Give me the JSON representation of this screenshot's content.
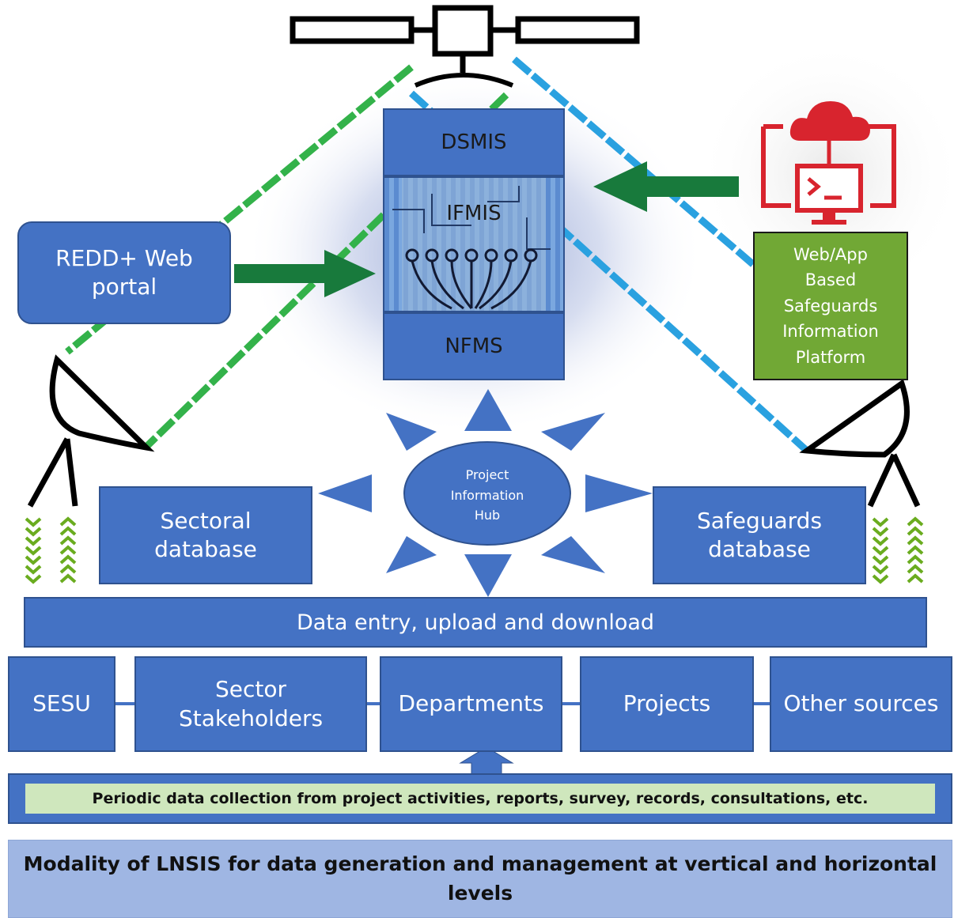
{
  "colors": {
    "blue": "#4472c4",
    "blue_dark": "#2f528f",
    "arrow_green": "#187a3c",
    "link_green": "#33b24a",
    "link_cyan": "#2aa1e0",
    "chevron_green": "#6aac1f",
    "safeguard_green": "#71a835",
    "cloud_red": "#d8242e",
    "banner_light": "#9fb6e3",
    "strip_green": "#cfe7bd"
  },
  "icons": {
    "satellite": "satellite-icon",
    "dish_left": "satellite-dish-icon",
    "dish_right": "satellite-dish-icon",
    "cloud": "cloud-computer-icon"
  },
  "stack": {
    "top": "DSMIS",
    "middle": "IFMIS",
    "bottom": "NFMS"
  },
  "web_portal": "REDD+ Web\nportal",
  "safeguards_platform": "Web/App\nBased\nSafeguards\nInformation\nPlatform",
  "hub": "Project\nInformation\nHub",
  "sectoral_db": "Sectoral\ndatabase",
  "safeguards_db": "Safeguards\ndatabase",
  "data_entry": "Data entry, upload and download",
  "sources": [
    "SESU",
    "Sector\nStakeholders",
    "Departments",
    "Projects",
    "Other sources"
  ],
  "periodic": "Periodic data collection from project activities, reports, survey, records, consultations, etc.",
  "caption": "Modality of LNSIS for data generation and management at vertical and horizontal\nlevels"
}
